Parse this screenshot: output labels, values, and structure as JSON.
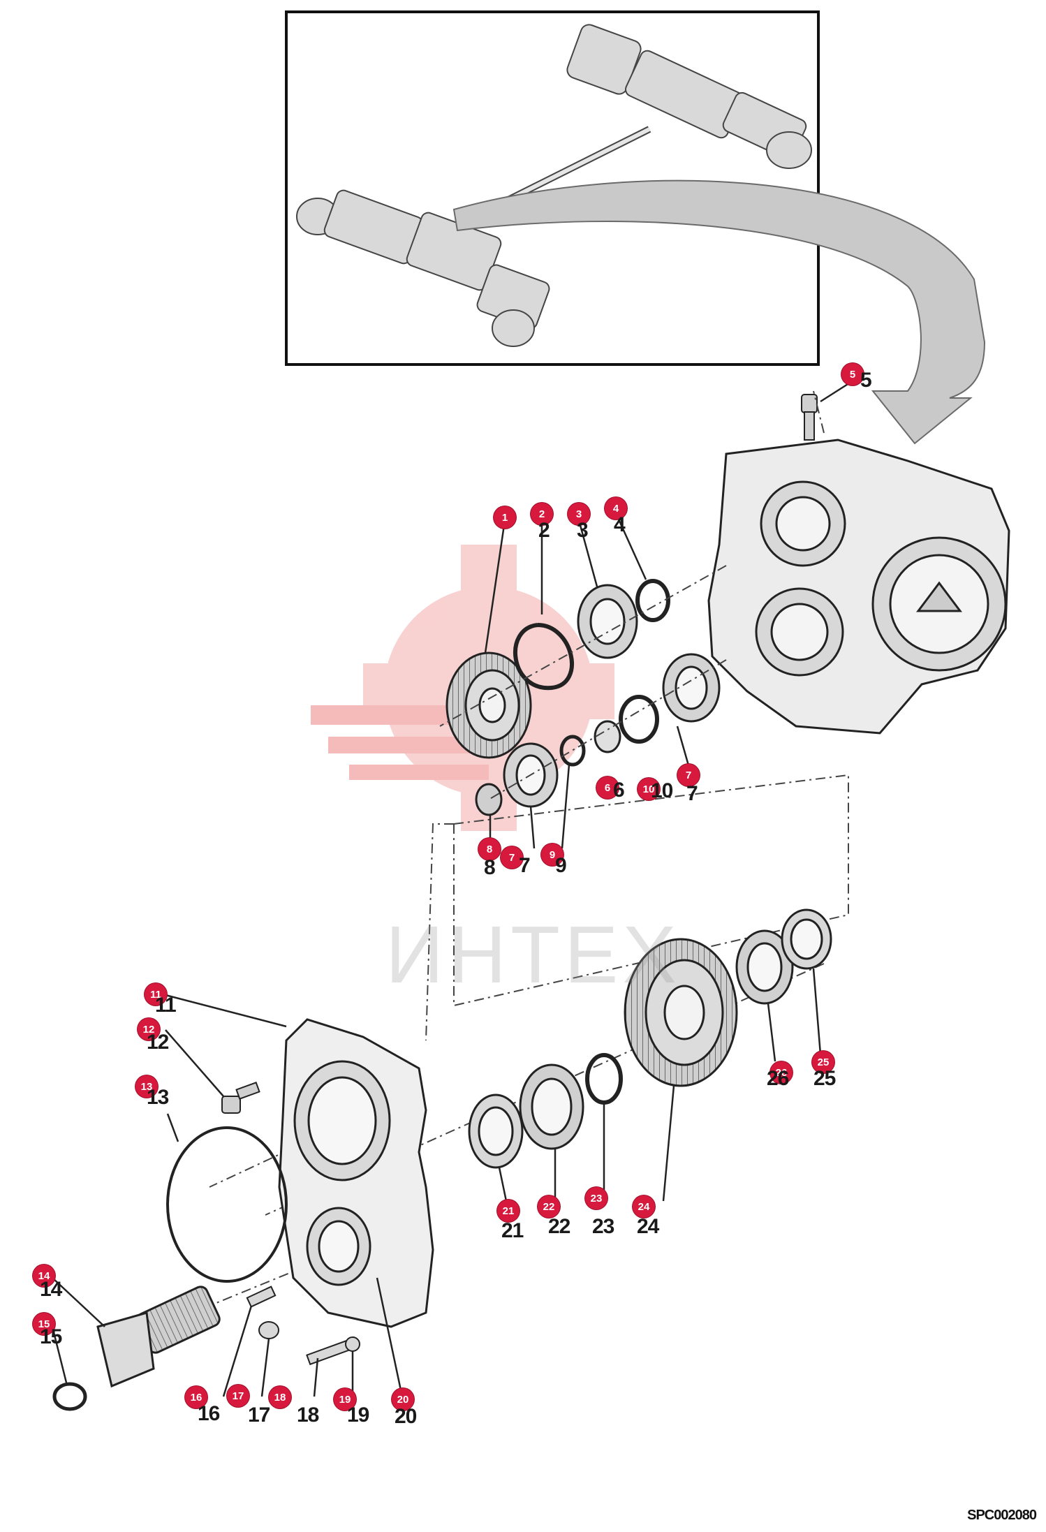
{
  "diagram": {
    "watermark_text": "ИНТЕХ",
    "drawing_code": "SPC002080",
    "callout_color": "#d7193e",
    "parts": [
      {
        "callout": "1",
        "label": ""
      },
      {
        "callout": "2",
        "label": "2"
      },
      {
        "callout": "3",
        "label": "3"
      },
      {
        "callout": "4",
        "label": "4"
      },
      {
        "callout": "5",
        "label": "5"
      },
      {
        "callout": "6",
        "label": "6"
      },
      {
        "callout": "7",
        "label": "7"
      },
      {
        "callout": "7",
        "label": "7"
      },
      {
        "callout": "8",
        "label": "8"
      },
      {
        "callout": "9",
        "label": "9"
      },
      {
        "callout": "10",
        "label": "10"
      },
      {
        "callout": "11",
        "label": "11"
      },
      {
        "callout": "12",
        "label": "12"
      },
      {
        "callout": "13",
        "label": "13"
      },
      {
        "callout": "14",
        "label": "14"
      },
      {
        "callout": "15",
        "label": "15"
      },
      {
        "callout": "16",
        "label": "16"
      },
      {
        "callout": "17",
        "label": "17"
      },
      {
        "callout": "18",
        "label": "18"
      },
      {
        "callout": "19",
        "label": "19"
      },
      {
        "callout": "20",
        "label": "20"
      },
      {
        "callout": "21",
        "label": "21"
      },
      {
        "callout": "22",
        "label": "22"
      },
      {
        "callout": "23",
        "label": "23"
      },
      {
        "callout": "24",
        "label": "24"
      },
      {
        "callout": "25",
        "label": "25"
      },
      {
        "callout": "26",
        "label": "26"
      }
    ]
  }
}
